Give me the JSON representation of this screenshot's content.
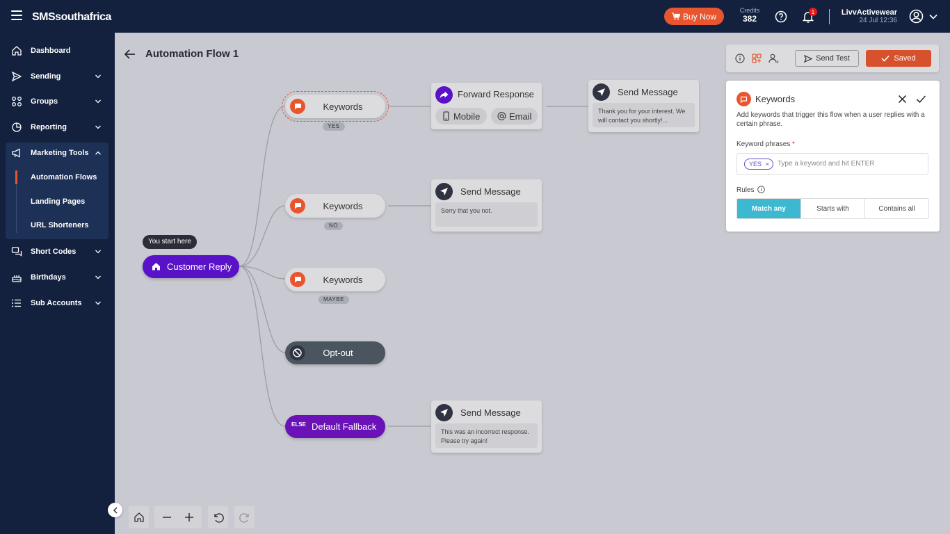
{
  "header": {
    "logo": "SMSsouthafrica",
    "buy_now": "Buy Now",
    "credits_label": "Credits",
    "credits_value": "382",
    "notification_count": "1",
    "user_name": "LivvActivewear",
    "user_date": "24 Jul 12:36"
  },
  "sidebar": {
    "items": [
      {
        "label": "Dashboard"
      },
      {
        "label": "Sending"
      },
      {
        "label": "Groups"
      },
      {
        "label": "Reporting"
      },
      {
        "label": "Marketing Tools"
      },
      {
        "label": "Short Codes"
      },
      {
        "label": "Birthdays"
      },
      {
        "label": "Sub Accounts"
      }
    ],
    "sub_items": [
      {
        "label": "Automation Flows"
      },
      {
        "label": "Landing Pages"
      },
      {
        "label": "URL Shorteners"
      }
    ]
  },
  "page": {
    "title": "Automation Flow 1"
  },
  "flow": {
    "start_tip": "You start here",
    "customer_reply": "Customer Reply",
    "keywords": [
      {
        "label": "Keywords",
        "tag": "YES"
      },
      {
        "label": "Keywords",
        "tag": "NO"
      },
      {
        "label": "Keywords",
        "tag": "MAYBE"
      }
    ],
    "optout": "Opt-out",
    "fallback_tag": "ELSE",
    "fallback": "Default Fallback",
    "forward": {
      "title": "Forward Response",
      "mobile": "Mobile",
      "email": "Email"
    },
    "messages": [
      {
        "title": "Send Message",
        "body": "Thank you for your interest. We will contact you shortly!..."
      },
      {
        "title": "Send Message",
        "body": "Sorry that you not."
      },
      {
        "title": "Send Message",
        "body": "This was an incorrect response. Please try again!"
      }
    ]
  },
  "toolbar": {
    "send_test": "Send Test",
    "saved": "Saved"
  },
  "panel": {
    "title": "Keywords",
    "description": "Add keywords that trigger this flow when a user replies with a certain phrase.",
    "field_label": "Keyword phrases",
    "required_mark": "*",
    "chip": "YES",
    "placeholder": "Type a keyword and hit ENTER",
    "rules_label": "Rules",
    "rules": [
      "Match any",
      "Starts with",
      "Contains all"
    ],
    "rule_selected": "Match any"
  },
  "colors": {
    "accent": "#e8552e",
    "navy": "#13213f",
    "purple": "#5a12c9",
    "teal": "#3db8d1"
  }
}
